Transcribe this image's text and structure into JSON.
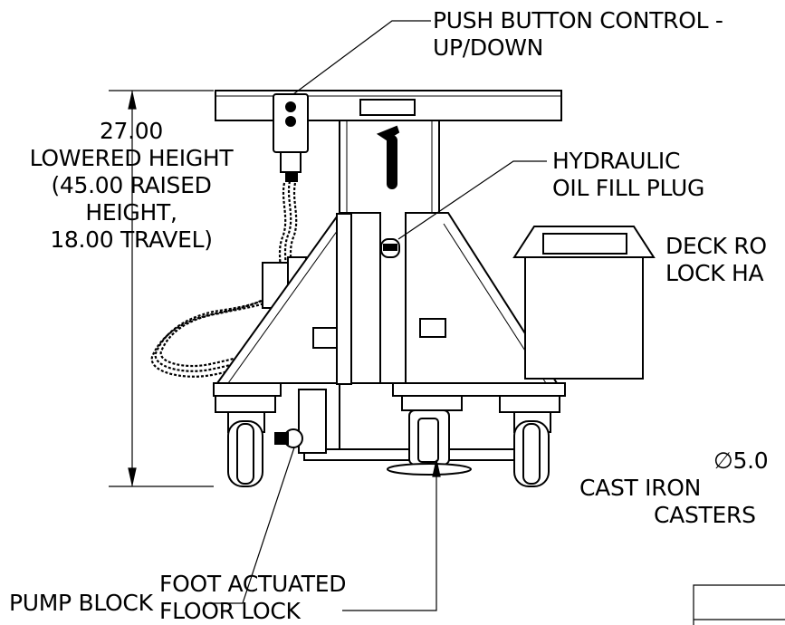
{
  "labels": {
    "push_button_line1": "PUSH BUTTON CONTROL -",
    "push_button_line2": "UP/DOWN",
    "height_value": "27.00",
    "height_line2": "LOWERED HEIGHT",
    "height_line3": "(45.00 RAISED",
    "height_line4": "HEIGHT,",
    "height_line5": "18.00 TRAVEL)",
    "hydraulic_line1": "HYDRAULIC",
    "hydraulic_line2": "OIL FILL PLUG",
    "deck_line1": "DECK RO",
    "deck_line2": "LOCK HA",
    "caster_size": "5.0",
    "caster_line2": "CAST IRON",
    "caster_line3": "CASTERS",
    "pump_block": "PUMP BLOCK",
    "floor_lock_line1": "FOOT ACTUATED",
    "floor_lock_line2": "FLOOR LOCK"
  },
  "symbols": {
    "diameter": "∅"
  },
  "colors": {
    "line": "#000000",
    "background": "#ffffff"
  }
}
